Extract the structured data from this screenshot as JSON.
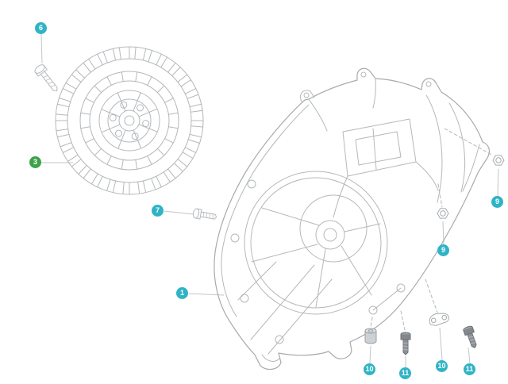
{
  "diagram": {
    "accent_color": "#2fb4c6",
    "selected_color": "#3ea24b",
    "artwork_line_color": "#b4b8bb",
    "callouts": [
      {
        "label": "6",
        "selected": false
      },
      {
        "label": "3",
        "selected": true
      },
      {
        "label": "7",
        "selected": false
      },
      {
        "label": "1",
        "selected": false
      },
      {
        "label": "9",
        "selected": false
      },
      {
        "label": "9",
        "selected": false
      },
      {
        "label": "10",
        "selected": false
      },
      {
        "label": "11",
        "selected": false
      },
      {
        "label": "10",
        "selected": false
      },
      {
        "label": "11",
        "selected": false
      }
    ]
  }
}
